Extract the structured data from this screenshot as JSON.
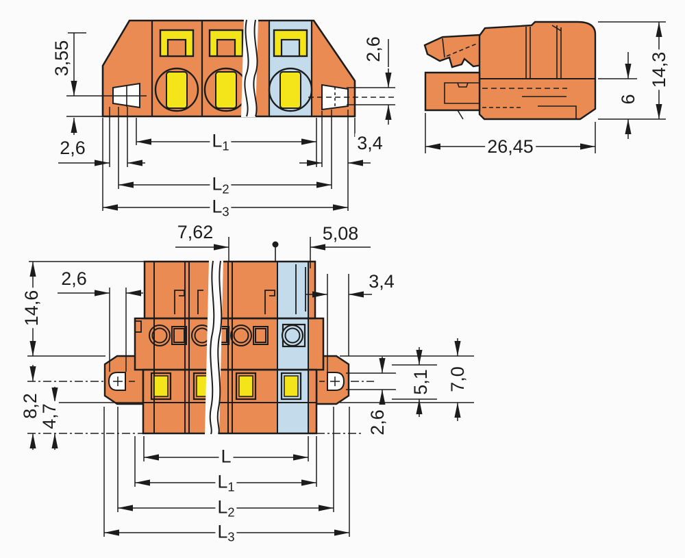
{
  "colors": {
    "orange": "#E98B53",
    "blue": "#C3DBEA",
    "yellow": "#F4E41A",
    "line": "#1C1C1C",
    "bg": "#FBFBFB",
    "white": "#FFFFFF"
  },
  "views": {
    "section": {
      "dims": {
        "d355": "3,55",
        "d26_left": "2,6",
        "d26_right": "2,6",
        "d34": "3,4",
        "L1": {
          "base": "L",
          "sub": "1"
        },
        "L2": {
          "base": "L",
          "sub": "2"
        },
        "L3": {
          "base": "L",
          "sub": "3"
        }
      }
    },
    "profile": {
      "dims": {
        "d2645": "26,45",
        "d6": "6",
        "d143": "14,3"
      }
    },
    "front": {
      "dims": {
        "d762": "7,62",
        "d508": "5,08",
        "d146": "14,6",
        "d26_left": "2,6",
        "d82": "8,2",
        "d47": "4,7",
        "d34": "3,4",
        "d26_right": "2,6",
        "d51": "5,1",
        "d70": "7,0",
        "L": {
          "base": "L",
          "sub": ""
        },
        "L1": {
          "base": "L",
          "sub": "1"
        },
        "L2": {
          "base": "L",
          "sub": "2"
        },
        "L3": {
          "base": "L",
          "sub": "3"
        }
      }
    }
  }
}
